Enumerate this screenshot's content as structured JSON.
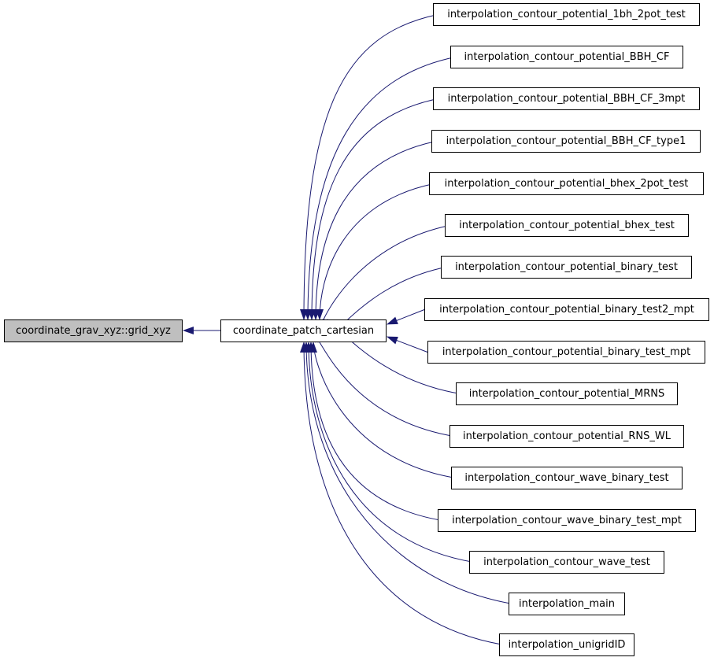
{
  "graph": {
    "edge_color": "#191970",
    "current_fill": "#bfbfbf",
    "current": {
      "id": "grid_xyz",
      "label": "coordinate_grav_xyz::grid_xyz"
    },
    "hub": {
      "id": "patch_cartesian",
      "label": "coordinate_patch_cartesian"
    },
    "callers": [
      {
        "label": "interpolation_contour_potential_1bh_2pot_test"
      },
      {
        "label": "interpolation_contour_potential_BBH_CF"
      },
      {
        "label": "interpolation_contour_potential_BBH_CF_3mpt"
      },
      {
        "label": "interpolation_contour_potential_BBH_CF_type1"
      },
      {
        "label": "interpolation_contour_potential_bhex_2pot_test"
      },
      {
        "label": "interpolation_contour_potential_bhex_test"
      },
      {
        "label": "interpolation_contour_potential_binary_test"
      },
      {
        "label": "interpolation_contour_potential_binary_test2_mpt"
      },
      {
        "label": "interpolation_contour_potential_binary_test_mpt"
      },
      {
        "label": "interpolation_contour_potential_MRNS"
      },
      {
        "label": "interpolation_contour_potential_RNS_WL"
      },
      {
        "label": "interpolation_contour_wave_binary_test"
      },
      {
        "label": "interpolation_contour_wave_binary_test_mpt"
      },
      {
        "label": "interpolation_contour_wave_test"
      },
      {
        "label": "interpolation_main"
      },
      {
        "label": "interpolation_unigridID"
      }
    ]
  }
}
